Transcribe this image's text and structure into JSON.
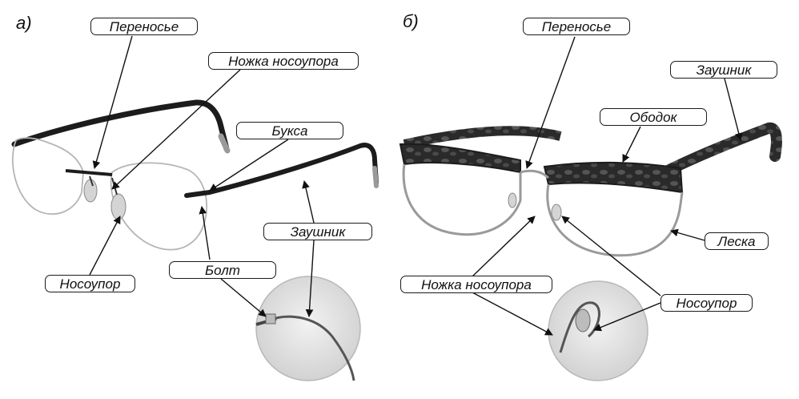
{
  "panels": [
    {
      "letter": "а)",
      "labels": {
        "bridge": "Переносье",
        "pad_arm": "Ножка носоупора",
        "bushing": "Букса",
        "temple": "Заушник",
        "screw": "Болт",
        "nose_pad": "Носоупор"
      }
    },
    {
      "letter": "б)",
      "labels": {
        "bridge": "Переносье",
        "temple": "Заушник",
        "rim": "Ободок",
        "nylon_line": "Леска",
        "pad_arm": "Ножка носоупора",
        "nose_pad": "Носоупор"
      }
    }
  ],
  "colors": {
    "frame": "#1c1c1c",
    "tortoise": "#3a3a3a",
    "metal": "#9a9a9a",
    "lens_edge": "#b5b5b5",
    "zoom_bg": "#e6e6e6"
  }
}
